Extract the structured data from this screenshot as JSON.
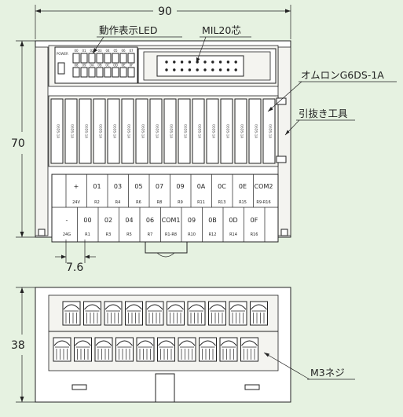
{
  "dimensions": {
    "width_top": "90",
    "height_top": "70",
    "pitch": "7.6",
    "height_bottom": "38"
  },
  "callouts": {
    "led": "動作表示LED",
    "connector": "MIL20芯",
    "relay": "オムロンG6DS-1A",
    "tool": "引抜き工具",
    "screw": "M3ネジ"
  },
  "led_labels_top": [
    "00",
    "01",
    "02",
    "03",
    "04",
    "05",
    "06",
    "07"
  ],
  "led_labels_bottom": [
    "08",
    "09",
    "0A",
    "0B",
    "0C",
    "0D",
    "0E",
    "0F"
  ],
  "relay_label": "G6DS-1A",
  "terminals_upper": [
    {
      "main": "+",
      "sub": "24V"
    },
    {
      "main": "01",
      "sub": "R2"
    },
    {
      "main": "03",
      "sub": "R4"
    },
    {
      "main": "05",
      "sub": "R6"
    },
    {
      "main": "07",
      "sub": "R8"
    },
    {
      "main": "09",
      "sub": "R9"
    },
    {
      "main": "0A",
      "sub": "R11"
    },
    {
      "main": "0C",
      "sub": "R13"
    },
    {
      "main": "0E",
      "sub": "R15"
    },
    {
      "main": "COM2",
      "sub": "R9-R16"
    }
  ],
  "terminals_lower": [
    {
      "main": "-",
      "sub": "24G"
    },
    {
      "main": "00",
      "sub": "R1"
    },
    {
      "main": "02",
      "sub": "R3"
    },
    {
      "main": "04",
      "sub": "R5"
    },
    {
      "main": "06",
      "sub": "R7"
    },
    {
      "main": "COM1",
      "sub": "R1-R8"
    },
    {
      "main": "09",
      "sub": "R10"
    },
    {
      "main": "0B",
      "sub": "R12"
    },
    {
      "main": "0D",
      "sub": "R14"
    },
    {
      "main": "0F",
      "sub": "R16"
    }
  ]
}
